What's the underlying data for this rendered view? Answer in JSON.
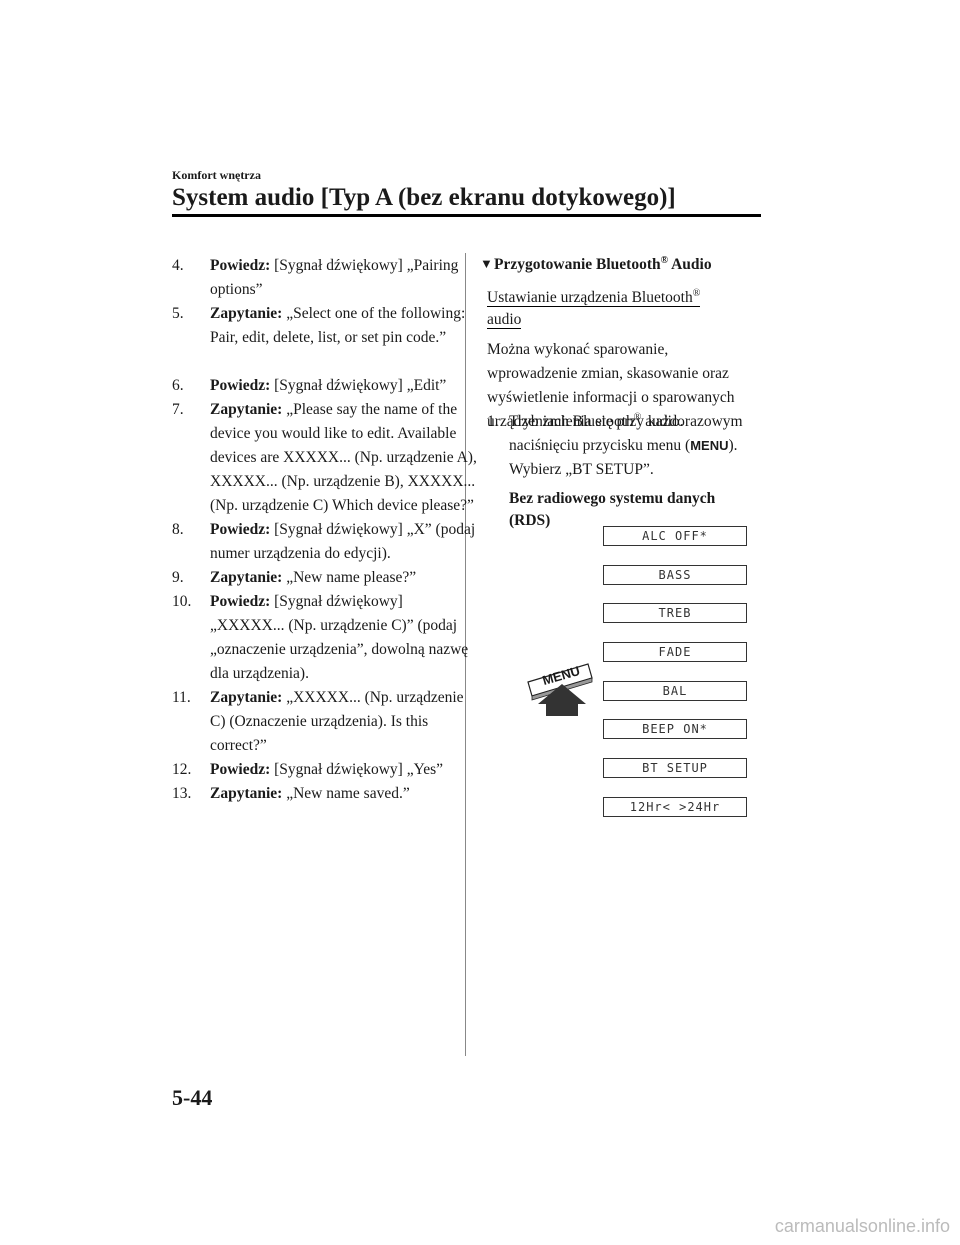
{
  "header": {
    "section": "Komfort wnętrza",
    "title": "System audio [Typ A (bez ekranu dotykowego)]"
  },
  "left_steps": [
    {
      "num": "4.",
      "label": "Powiedz:",
      "text": " [Sygnał dźwiękowy] „Pairing options”"
    },
    {
      "num": "5.",
      "label": "Zapytanie:",
      "text": " „Select one of the following: Pair, edit, delete, list, or set pin code.”"
    },
    {
      "num": "6.",
      "label": "Powiedz:",
      "text": " [Sygnał dźwiękowy] „Edit”"
    },
    {
      "num": "7.",
      "label": "Zapytanie:",
      "text": " „Please say the name of the device you would like to edit. Available devices are XXXXX... (Np. urządzenie A), XXXXX... (Np. urządzenie B), XXXXX... (Np. urządzenie C) Which device please?”"
    },
    {
      "num": "8.",
      "label": "Powiedz:",
      "text": " [Sygnał dźwiękowy] „X” (podaj numer urządzenia do edycji)."
    },
    {
      "num": "9.",
      "label": "Zapytanie:",
      "text": " „New name please?”"
    },
    {
      "num": "10.",
      "label": "Powiedz:",
      "text": " [Sygnał dźwiękowy] „XXXXX... (Np. urządzenie C)” (podaj „oznaczenie urządzenia”, dowolną nazwę dla urządzenia)."
    },
    {
      "num": "11.",
      "label": "Zapytanie:",
      "text": " „XXXXX... (Np. urządzenie C) (Oznaczenie urządzenia). Is this correct?”"
    },
    {
      "num": "12.",
      "label": "Powiedz:",
      "text": " [Sygnał dźwiękowy] „Yes”"
    },
    {
      "num": "13.",
      "label": "Zapytanie:",
      "text": " „New name saved.”"
    }
  ],
  "right": {
    "marker": "▼",
    "subhead_pre": "Przygotowanie Bluetooth",
    "subhead_reg": "®",
    "subhead_post": " Audio",
    "underline_pre": "Ustawianie urządzenia Bluetooth",
    "underline_reg": "®",
    "underline_post": " audio",
    "para_pre": "Można wykonać sparowanie, wprowadzenie zmian, skasowanie oraz wyświetlenie informacji o sparowanych urządzeniach Bluetooth",
    "para_reg": "®",
    "para_post": " audio.",
    "step1_num": "1.",
    "step1_text": "Tryb zmienia się przy każdorazowym naciśnięciu przycisku menu (",
    "step1_menu": "MENU",
    "step1_close": ").",
    "step1_text2": "Wybierz „BT SETUP”.",
    "rds_label": "Bez radiowego systemu danych (RDS)",
    "menu_button_label": "MENU",
    "lcd_items": [
      "ALC OFF*",
      "BASS",
      "TREB",
      "FADE",
      "BAL",
      "BEEP ON*",
      "BT SETUP",
      "12Hr< >24Hr"
    ]
  },
  "footer": {
    "page_number": "5-44",
    "watermark": "carmanualsonline.info"
  }
}
